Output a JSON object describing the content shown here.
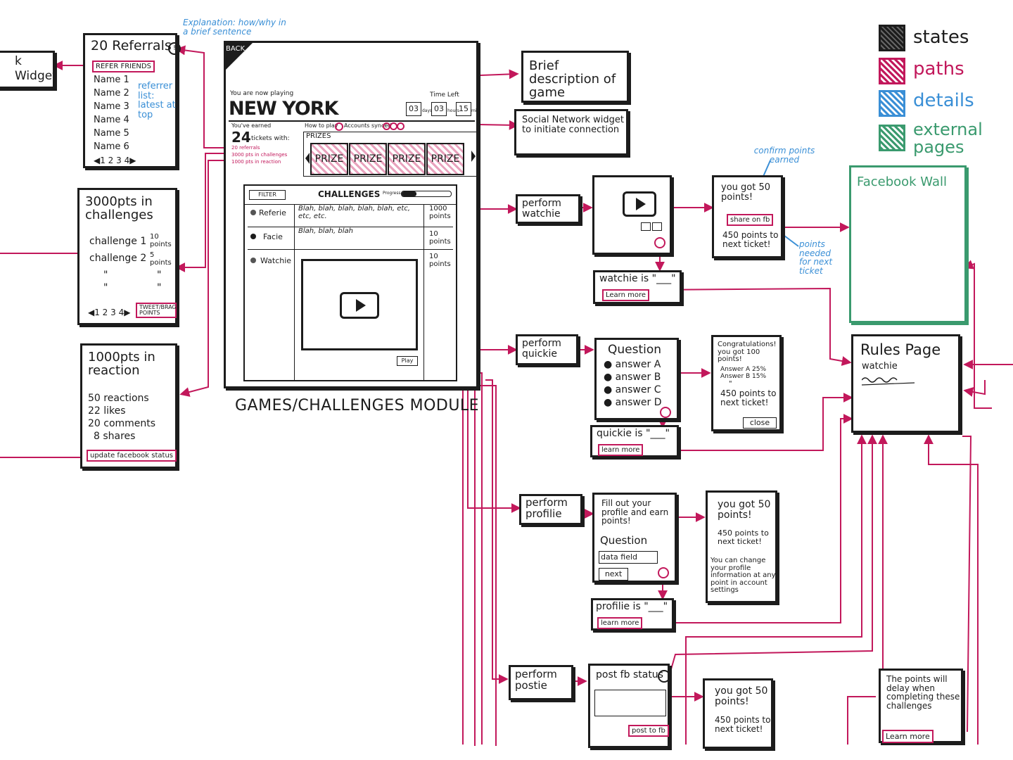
{
  "legend": {
    "states": "states",
    "paths": "paths",
    "details": "details",
    "external_pages": "external pages",
    "colors": {
      "states": "#1c1c1c",
      "paths": "#c2185b",
      "details": "#3a8fd6",
      "external": "#3a9a6e"
    }
  },
  "edge_widget": {
    "line1": "k",
    "line2": "Widget"
  },
  "referrals": {
    "title": "20 Referrals",
    "button": "REFER FRIENDS",
    "names": [
      "Name 1",
      "Name 2",
      "Name 3",
      "Name 4",
      "Name 5",
      "Name 6"
    ],
    "pager": "◀1 2 3 4▶",
    "note": "referrer list: latest at top"
  },
  "explanation_note": "Explanation: how/why in a brief sentence",
  "challenges_pts": {
    "title": "3000pts in challenges",
    "rows": [
      {
        "name": "challenge 1",
        "pts": "10 points"
      },
      {
        "name": "challenge 2",
        "pts": "5 points"
      }
    ],
    "ditto": "\"",
    "pager": "◀1 2 3 4▶",
    "button": "TWEET/BRAG POINTS"
  },
  "reaction_pts": {
    "title": "1000pts in reaction",
    "lines": [
      "50 reactions",
      "22 likes",
      "20 comments",
      "8 shares"
    ],
    "button": "update facebook status"
  },
  "module": {
    "back": "BACK",
    "now_playing": "You are now playing",
    "city": "NEW YORK",
    "time_left": "Time Left",
    "counters": [
      "03",
      "03",
      "15"
    ],
    "units": [
      "days",
      "hours",
      "min"
    ],
    "earned_label": "You've earned",
    "tickets": "24",
    "tickets_with": "tickets with:",
    "earned_lines": [
      "20 referrals",
      "3000 pts in challenges",
      "1000 pts in reaction"
    ],
    "how_to_play": "How to play",
    "accounts": "Accounts synced",
    "prizes_label": "PRIZES",
    "prizes": [
      "PRIZE",
      "PRIZE",
      "PRIZE",
      "PRIZE"
    ],
    "filter": "FILTER",
    "challenges_title": "CHALLENGES",
    "progress_label": "Progress",
    "challenges": [
      {
        "name": "Referie",
        "desc": "Blah, blah, blah, blah, blah, etc, etc, etc.",
        "pts": "1000 points"
      },
      {
        "name": "Facie",
        "desc": "Blah, blah, blah",
        "pts": "10 points"
      },
      {
        "name": "Watchie",
        "desc": "",
        "pts": "10 points"
      }
    ],
    "play": "Play",
    "caption": "GAMES/CHALLENGES MODULE"
  },
  "brief_desc": "Brief description of game",
  "social_widget": "Social Network widget to initiate connection",
  "watchie": {
    "perform": "perform watchie",
    "done": "you got 50 points!",
    "share": "share on fb",
    "next": "450 points to next ticket!",
    "is": "watchie is \"___\"",
    "learn": "Learn more"
  },
  "confirm_note": "confirm points earned",
  "points_needed_note": "points needed for next ticket",
  "facebook_wall": "Facebook Wall",
  "rules": {
    "title": "Rules Page",
    "sub": "watchie"
  },
  "quickie": {
    "perform": "perform quickie",
    "question": "Question",
    "answers": [
      "answer A",
      "answer B",
      "answer C",
      "answer D"
    ],
    "congrats": "Congratulations! you got 100 points!",
    "stats": [
      "Answer A  25%",
      "Answer B  15%"
    ],
    "ditto": "\"",
    "next": "450 points to next ticket!",
    "close": "close",
    "is": "quickie is \"___\"",
    "learn": "learn more"
  },
  "profilie": {
    "perform": "perform profilie",
    "intro": "Fill out your profile and earn points!",
    "question": "Question",
    "field": "data field",
    "next_btn": "next",
    "done": "you got 50 points!",
    "next": "450 points to next ticket!",
    "change": "You can change your profile information at any point in account settings",
    "is": "profilie is \"___\"",
    "learn": "learn more"
  },
  "postie": {
    "perform": "perform postie",
    "post_status": "post fb status",
    "post_btn": "post to fb",
    "done": "you got 50 points!",
    "next": "450 points to next ticket!"
  },
  "delay_note": {
    "text": "The points will delay when completing these challenges",
    "learn": "Learn more"
  }
}
